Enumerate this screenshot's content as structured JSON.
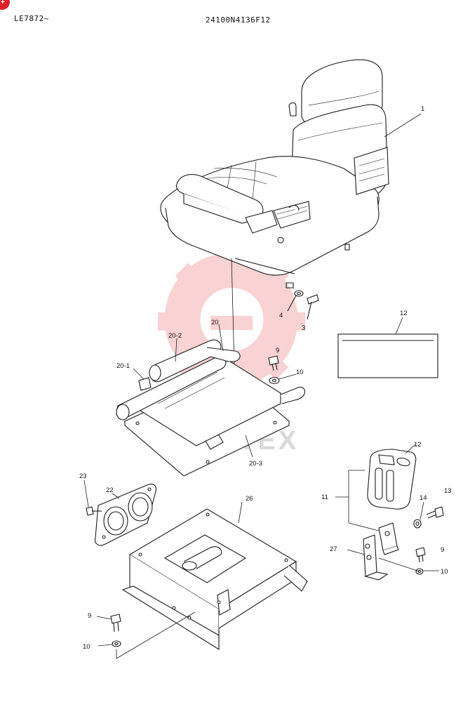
{
  "header": {
    "left_code": "LE7872~",
    "part_number": "24100N4136F12"
  },
  "watermark": {
    "text": "VIHTEX",
    "color": "#e8353a"
  },
  "callouts": {
    "c1": "1",
    "c3": "3",
    "c4": "4",
    "c9a": "9",
    "c10a": "10",
    "c12a": "12",
    "c20": "20",
    "c20_1": "20-1",
    "c20_2": "20-2",
    "c20_3": "20-3",
    "c12b": "12",
    "c11": "11",
    "c13": "13",
    "c14": "14",
    "c9b": "9",
    "c10b": "10",
    "c23": "23",
    "c22": "22",
    "c26": "26",
    "c27": "27",
    "c9c": "9",
    "c10c": "10"
  }
}
